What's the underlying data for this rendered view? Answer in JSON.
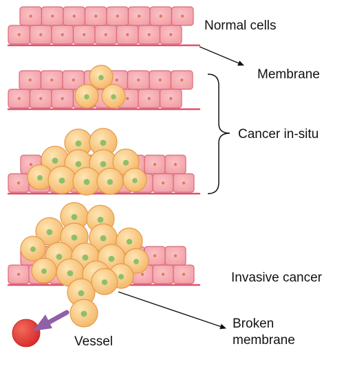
{
  "labels": {
    "normal_cells": "Normal cells",
    "membrane": "Membrane",
    "cancer_in_situ": "Cancer in-situ",
    "invasive_cancer": "Invasive cancer",
    "broken_membrane_line1": "Broken",
    "broken_membrane_line2": "membrane",
    "vessel": "Vessel"
  },
  "colors": {
    "normal_cell_fill": "#f4a0a8",
    "normal_cell_stroke": "#d86a78",
    "normal_cell_nucleus": "#e07a58",
    "membrane": "#e0506a",
    "cancer_cell_fill": "#f8c27a",
    "cancer_cell_stroke": "#e49a4a",
    "cancer_cell_nucleus": "#8cc068",
    "vessel": "#e03a35",
    "invasion_arrow": "#9060a8",
    "arrow": "#111111"
  }
}
